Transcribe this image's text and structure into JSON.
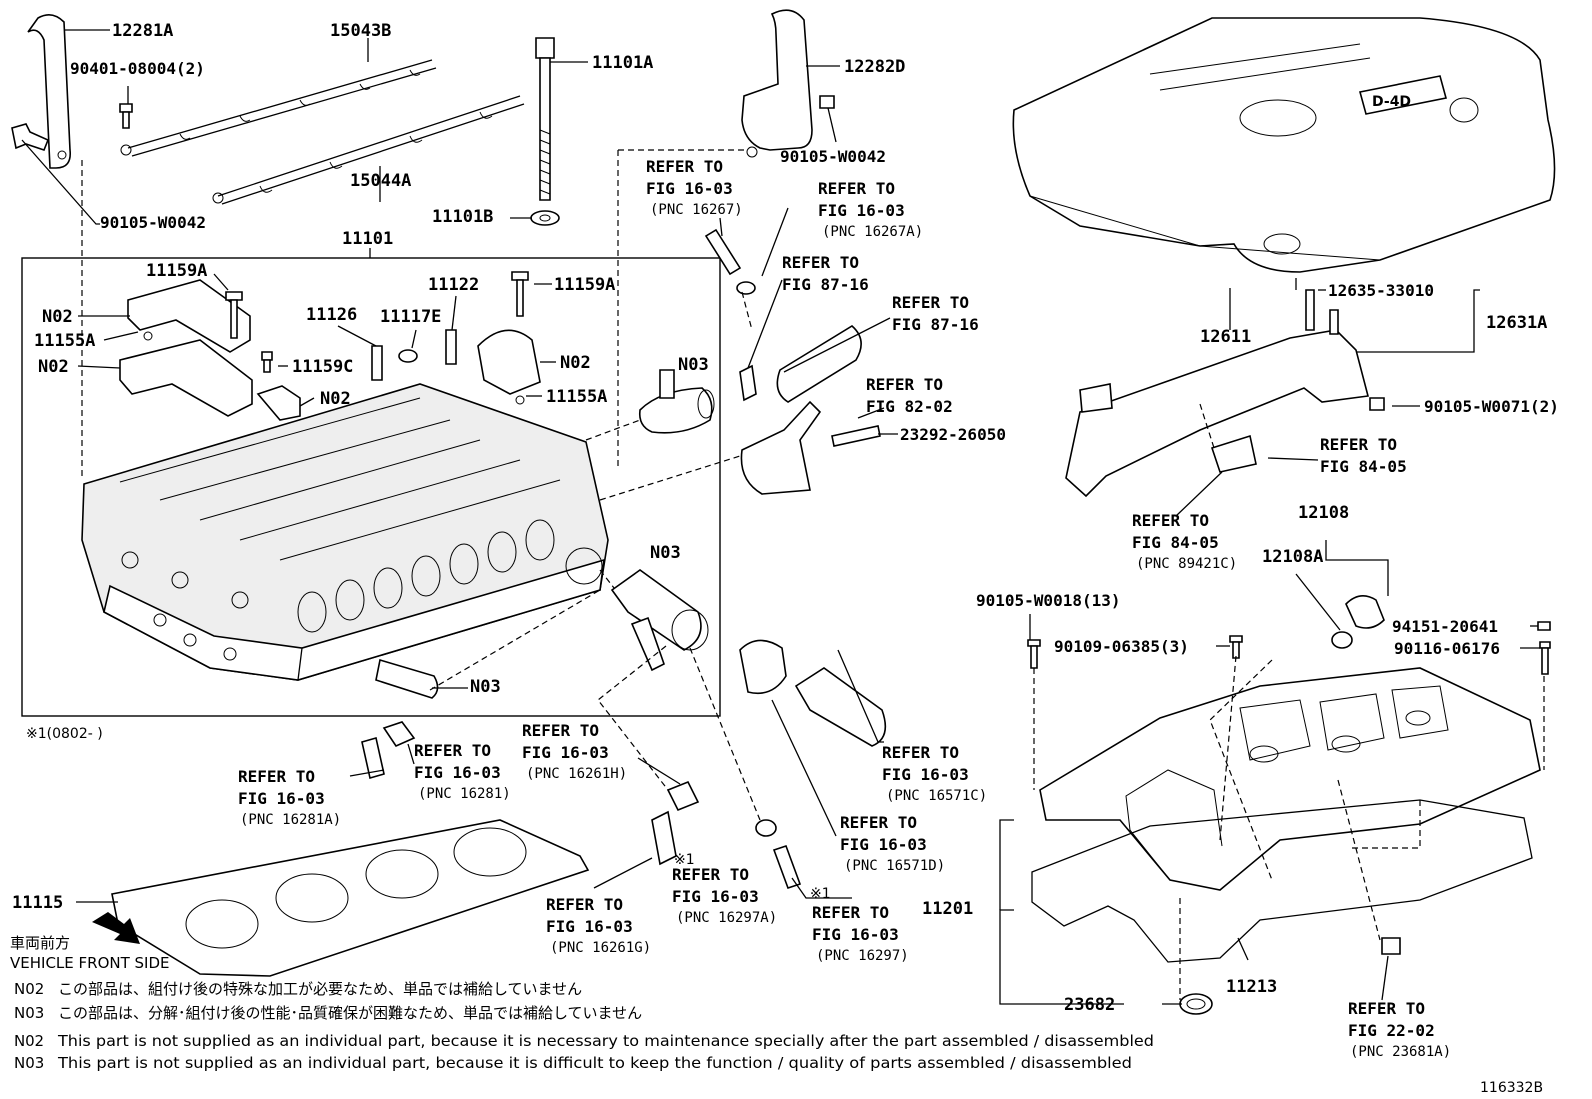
{
  "labels": {
    "p12281A": "12281A",
    "p15043B": "15043B",
    "p11101A": "11101A",
    "p12282D": "12282D",
    "p90401": "90401-08004(2)",
    "p90105a": "90105-W0042",
    "p90105b": "90105-W0042",
    "p15044A": "15044A",
    "p11101B": "11101B",
    "p11101": "11101",
    "p11159A_a": "11159A",
    "p11159A_b": "11159A",
    "p11122": "11122",
    "p11126": "11126",
    "p11117E": "11117E",
    "p11159C": "11159C",
    "pN02_a": "N02",
    "pN02_b": "N02",
    "pN02_c": "N02",
    "pN02_d": "N02",
    "p11155A_a": "11155A",
    "p11155A_b": "11155A",
    "pN03_a": "N03",
    "pN03_b": "N03",
    "pN03_c": "N03",
    "p23292": "23292-26050",
    "p12611": "12611",
    "p12635": "12635-33010",
    "p12631A": "12631A",
    "p90105_71": "90105-W0071(2)",
    "p12108": "12108",
    "p12108A": "12108A",
    "p90105_18": "90105-W0018(13)",
    "p90109": "90109-06385(3)",
    "p94151": "94151-20641",
    "p90116": "90116-06176",
    "p11201": "11201",
    "p11213": "11213",
    "p23682": "23682",
    "p11115": "11115",
    "figno": "116332B",
    "star1note": "※1(0802-     )",
    "star1a": "※1",
    "star1b": "※1"
  },
  "refs": {
    "refer_to": "REFER TO",
    "r1": {
      "fig": "FIG 16-03",
      "pnc": "(PNC 16267)"
    },
    "r2": {
      "fig": "FIG 16-03",
      "pnc": "(PNC 16267A)"
    },
    "r3": {
      "fig": "FIG 87-16"
    },
    "r4": {
      "fig": "FIG 87-16"
    },
    "r5": {
      "fig": "FIG 82-02"
    },
    "r6": {
      "fig": "FIG 84-05"
    },
    "r7": {
      "fig": "FIG 84-05",
      "pnc": "(PNC 89421C)"
    },
    "r8": {
      "fig": "FIG 16-03",
      "pnc": "(PNC 16281)"
    },
    "r9": {
      "fig": "FIG 16-03",
      "pnc": "(PNC 16281A)"
    },
    "r10": {
      "fig": "FIG 16-03",
      "pnc": "(PNC 16261H)"
    },
    "r11": {
      "fig": "FIG 16-03",
      "pnc": "(PNC 16571C)"
    },
    "r12": {
      "fig": "FIG 16-03",
      "pnc": "(PNC 16571D)"
    },
    "r13": {
      "fig": "FIG 16-03",
      "pnc": "(PNC 16297A)"
    },
    "r14": {
      "fig": "FIG 16-03",
      "pnc": "(PNC 16261G)"
    },
    "r15": {
      "fig": "FIG 16-03",
      "pnc": "(PNC 16297)"
    },
    "r16": {
      "fig": "FIG 22-02",
      "pnc": "(PNC 23681A)"
    }
  },
  "front": {
    "jp": "車両前方",
    "en": "VEHICLE FRONT SIDE"
  },
  "notes": {
    "n02_jp_code": "N02",
    "n02_jp": "この部品は、組付け後の特殊な加工が必要なため、単品では補給していません",
    "n03_jp_code": "N03",
    "n03_jp": "この部品は、分解･組付け後の性能･品質確保が困難なため、単品では補給していません",
    "n02_en_code": "N02",
    "n02_en": "This part is not supplied as an individual part, because it is necessary to maintenance specially after the part assembled / disassembled",
    "n03_en_code": "N03",
    "n03_en": "This part is not supplied as an individual part, because it is difficult to keep the function / quality of parts  assembled / disassembled"
  },
  "cover_badge": "D-4D"
}
